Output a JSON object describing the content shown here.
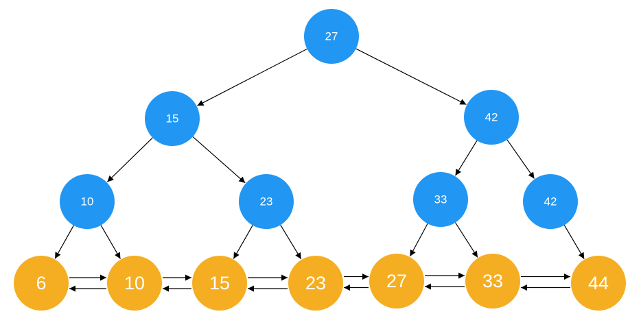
{
  "colors": {
    "internal": "#2196F3",
    "leaf": "#F5AE22",
    "edge": "#000000",
    "label": "#ffffff"
  },
  "tree": {
    "internal_nodes": [
      {
        "id": "n27",
        "label": "27"
      },
      {
        "id": "n15",
        "label": "15"
      },
      {
        "id": "n42a",
        "label": "42"
      },
      {
        "id": "n10",
        "label": "10"
      },
      {
        "id": "n23",
        "label": "23"
      },
      {
        "id": "n33",
        "label": "33"
      },
      {
        "id": "n42b",
        "label": "42"
      }
    ],
    "leaf_nodes": [
      {
        "id": "l6",
        "label": "6"
      },
      {
        "id": "l10",
        "label": "10"
      },
      {
        "id": "l15",
        "label": "15"
      },
      {
        "id": "l23",
        "label": "23"
      },
      {
        "id": "l27",
        "label": "27"
      },
      {
        "id": "l33",
        "label": "33"
      },
      {
        "id": "l44",
        "label": "44"
      }
    ],
    "child_edges": [
      [
        "n27",
        "n15"
      ],
      [
        "n27",
        "n42a"
      ],
      [
        "n15",
        "n10"
      ],
      [
        "n15",
        "n23"
      ],
      [
        "n42a",
        "n33"
      ],
      [
        "n42a",
        "n42b"
      ],
      [
        "n10",
        "l6"
      ],
      [
        "n10",
        "l10"
      ],
      [
        "n23",
        "l15"
      ],
      [
        "n23",
        "l23"
      ],
      [
        "n33",
        "l27"
      ],
      [
        "n33",
        "l33"
      ],
      [
        "n42b",
        "l44"
      ]
    ],
    "leaf_links": [
      [
        "l6",
        "l10"
      ],
      [
        "l10",
        "l15"
      ],
      [
        "l15",
        "l23"
      ],
      [
        "l23",
        "l27"
      ],
      [
        "l27",
        "l33"
      ],
      [
        "l33",
        "l44"
      ]
    ]
  }
}
